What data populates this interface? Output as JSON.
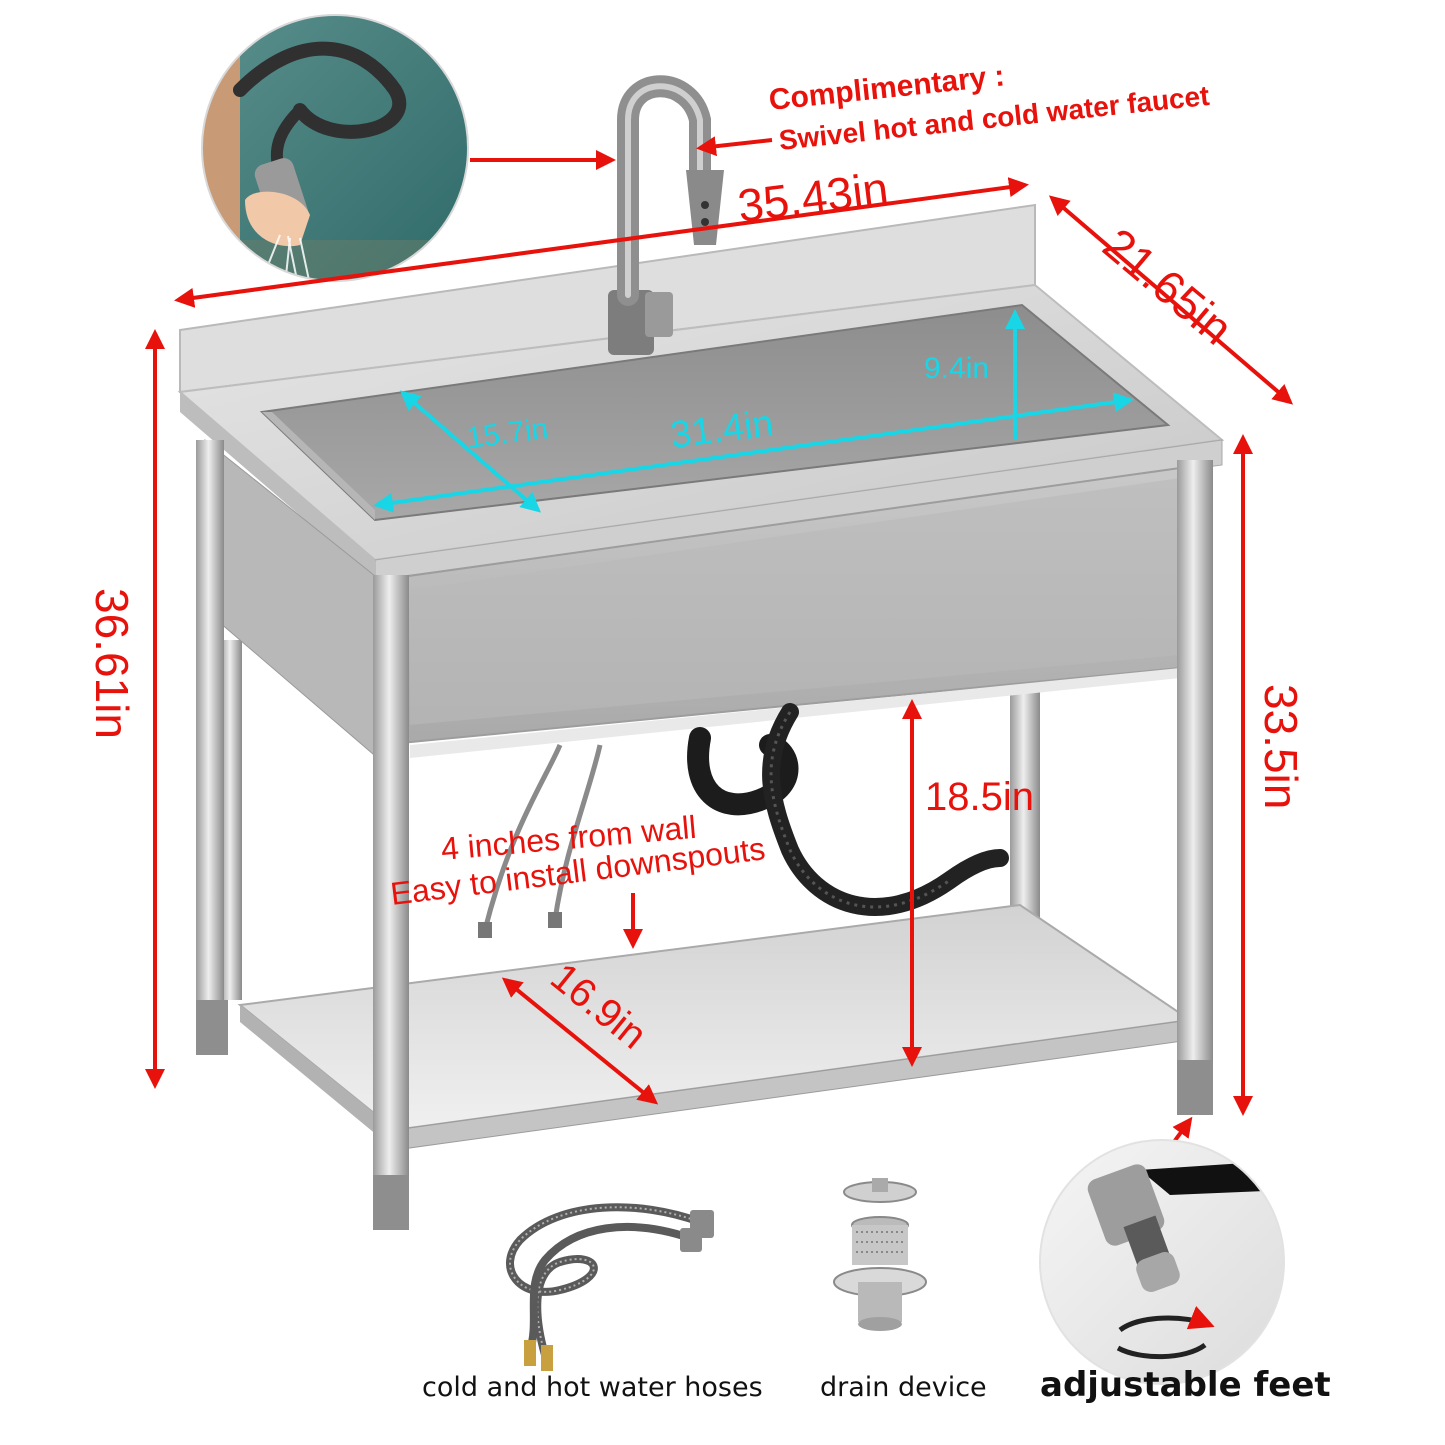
{
  "colors": {
    "dimension_red": "#e8120c",
    "dimension_cyan": "#18d6e6",
    "steel_light": "#d9d9d9",
    "steel_mid": "#b4b4b4",
    "steel_dark": "#8c8c8c",
    "teal_bg": "#3f7c7a",
    "black_hose": "#1c1c1c"
  },
  "annotations": {
    "complimentary_line1": "Complimentary :",
    "complimentary_line2": "Swivel hot and cold water faucet",
    "width": "35.43in",
    "depth": "21.65in",
    "total_height": "36.61in",
    "counter_height": "33.5in",
    "bowl_depth": "9.4in",
    "bowl_front_back": "15.7in",
    "bowl_length": "31.4in",
    "shelf_clearance": "18.5in",
    "shelf_depth": "16.9in",
    "wall_line1": "4 inches from wall",
    "wall_line2": "Easy to install downspouts"
  },
  "accessories": {
    "hoses": "cold and hot water hoses",
    "drain": "drain device",
    "feet": "adjustable feet"
  },
  "icons": {
    "faucet_inset": "pull-down-sprayer-icon",
    "hoses": "braided-hose-icon",
    "drain": "drain-strainer-icon",
    "feet": "adjustable-foot-icon"
  }
}
